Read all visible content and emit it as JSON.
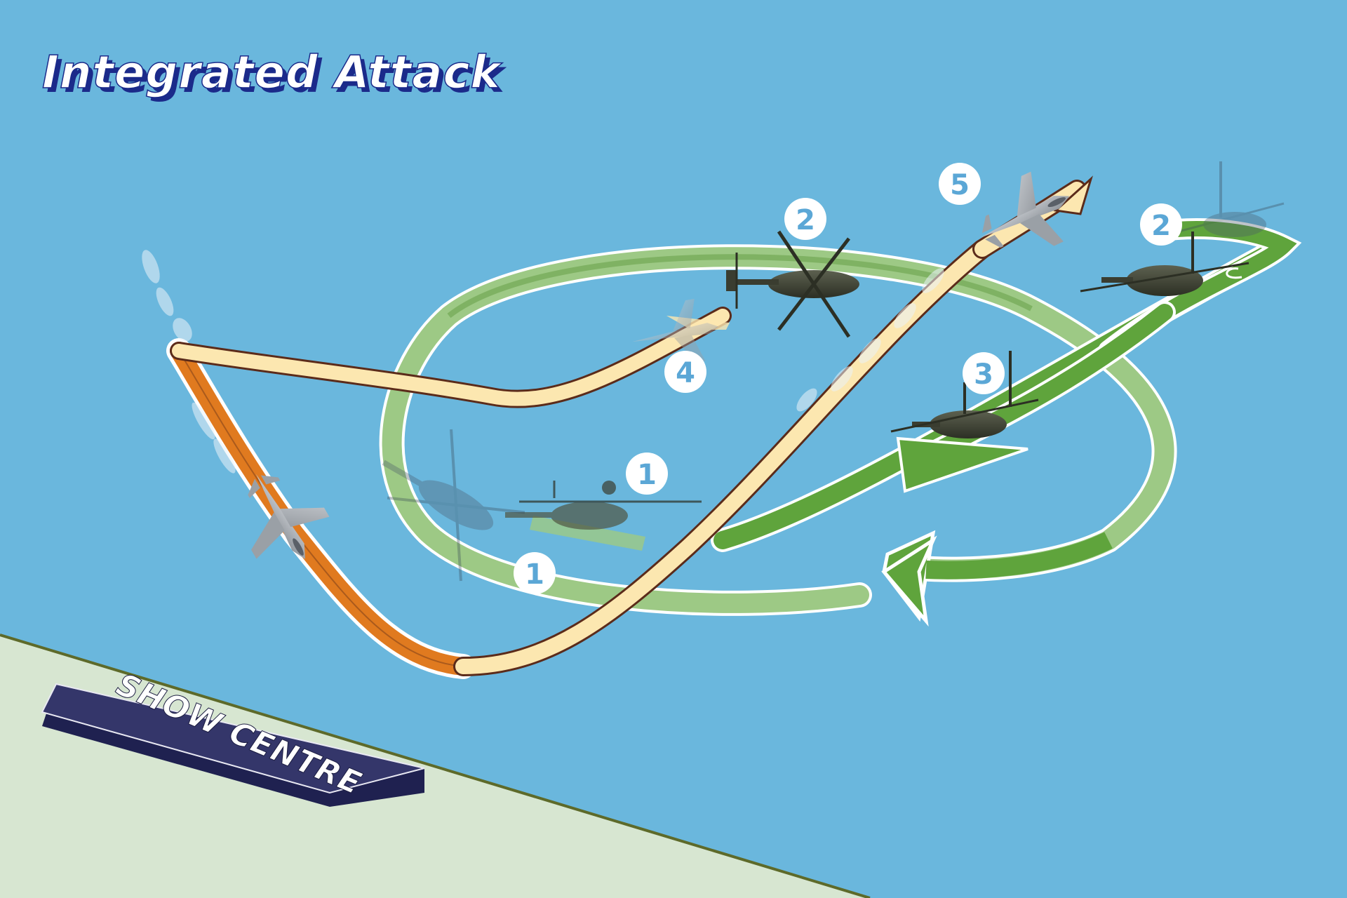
{
  "title": "Integrated Attack",
  "sign": {
    "label": "SHOW CENTRE"
  },
  "markers": [
    {
      "id": "m5",
      "label": "5"
    },
    {
      "id": "m2a",
      "label": "2"
    },
    {
      "id": "m2b",
      "label": "2"
    },
    {
      "id": "m4",
      "label": "4"
    },
    {
      "id": "m3",
      "label": "3"
    },
    {
      "id": "m1a",
      "label": "1"
    },
    {
      "id": "m1b",
      "label": "1"
    }
  ],
  "colors": {
    "sky": "#6ab7dd",
    "ground": "#d7e6d1",
    "ground_edge": "#5d6a2a",
    "title_fill": "#ffffff",
    "title_shadow": "#1b2a8a",
    "sign": "#34366a",
    "jet_path_orange": "#e07a1f",
    "jet_path_cream": "#fce7b0",
    "jet_path_outline": "#5b2b1a",
    "heli_path_light": "#9dc985",
    "heli_path_dark": "#5fa43c",
    "marker_fill": "#ffffff",
    "marker_text": "#5ba7d6"
  }
}
